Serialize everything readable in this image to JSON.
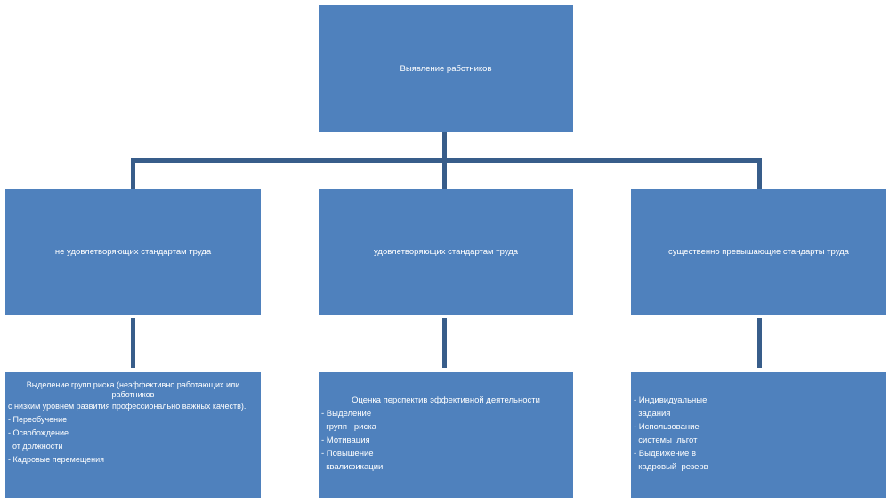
{
  "diagram": {
    "root": {
      "label": "Выявление  работников"
    },
    "categories": [
      {
        "label": "не удовлетворяющих  стандартам  труда"
      },
      {
        "label": "удовлетворяющих  стандартам  труда"
      },
      {
        "label": "существенно  превышающие  стандарты труда"
      }
    ],
    "details": [
      {
        "heading": "Выделение  групп  риска  (неэффективно  работающих   или работников",
        "lines": [
          "с низким  уровнем  развития  профессионально   важных качеств).",
          "- Переобучение",
          "- Освобождение",
          "  от должности",
          "- Кадровые перемещения"
        ]
      },
      {
        "heading": "Оценка перспектив  эффективной   деятельности",
        "lines": [
          "- Выделение",
          "  групп   риска",
          "- Мотивация",
          "- Повышение",
          "  квалификации"
        ]
      },
      {
        "heading": "",
        "lines": [
          "- Индивидуальные",
          "  задания",
          "- Использование",
          "  системы  льгот",
          "- Выдвижение  в",
          "  кадровый  резерв"
        ]
      }
    ]
  },
  "colors": {
    "box_fill": "#4f81bd",
    "connector": "#385d8a",
    "text": "#ffffff"
  }
}
